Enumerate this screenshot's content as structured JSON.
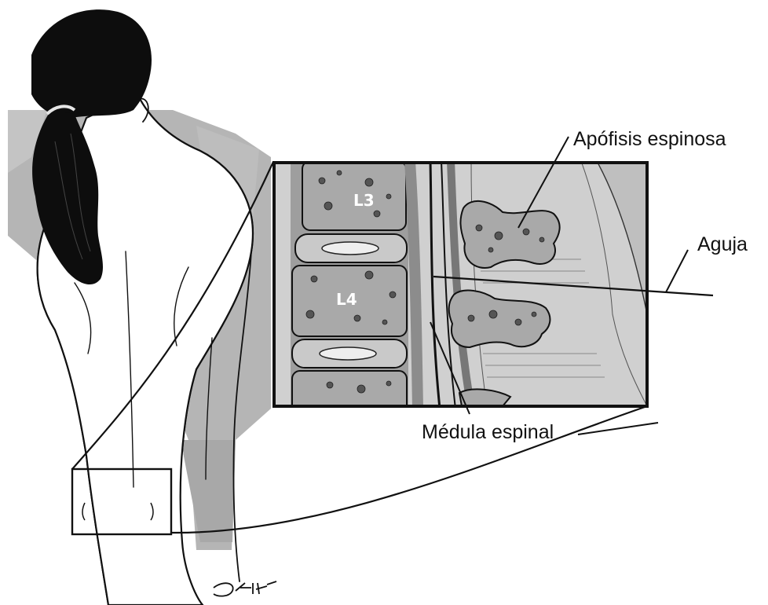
{
  "labels": {
    "spinous_process": "Apófisis espinosa",
    "needle": "Aguja",
    "spinal_cord": "Médula espinal"
  },
  "vertebrae": {
    "upper": "L3",
    "lower": "L4"
  },
  "signature": "D.E.Hurt",
  "colors": {
    "background_wall": "#b5b5b5",
    "hair": "#0d0d0d",
    "line": "#111111",
    "bone": "#a9a9a9",
    "disc": "#c9c9c9",
    "tissue": "#cfcfcf"
  }
}
